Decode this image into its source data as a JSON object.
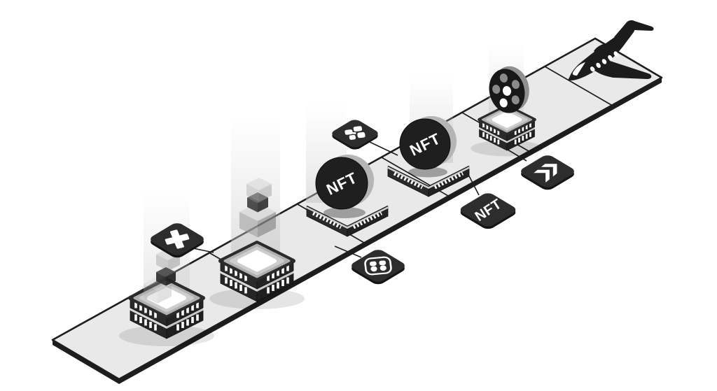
{
  "illustration": {
    "description_scope": "isometric-nft-launch-runway",
    "background": "#ffffff",
    "colors": {
      "outline": "#1d1d1b",
      "runway_fill": "#e9e9e9",
      "runway_edge": "#1d1d1b",
      "badge_bg": "#2d2d2d",
      "icon_fg": "#ffffff",
      "server_dark": "#262626",
      "server_top_gray": "#9e9e9e",
      "coin_face": "#1f1f1f",
      "coin_rim": "#b5b5b5",
      "plane_silhouette": "#1c1c1c"
    },
    "labels": {
      "coin_front": "NFT",
      "coin_back": "NFT",
      "nft_badge": "NFT"
    },
    "icons": [
      {
        "name": "plus-icon",
        "glyph": "+"
      },
      {
        "name": "blockchain-cluster-icon",
        "glyph": "⬡"
      },
      {
        "name": "grid-icon",
        "glyph": "⊞"
      },
      {
        "name": "fast-forward-icon",
        "glyph": "≫"
      },
      {
        "name": "film-reel-icon",
        "glyph": "◉"
      },
      {
        "name": "cube-stack-icon",
        "glyph": "▣"
      },
      {
        "name": "crystal-cube-icon",
        "glyph": "◇"
      },
      {
        "name": "airplane-icon",
        "glyph": "✈"
      }
    ],
    "objects": [
      {
        "name": "runway",
        "tiles": 6
      },
      {
        "name": "server-stack-left"
      },
      {
        "name": "server-stack-middle"
      },
      {
        "name": "nft-coin-front"
      },
      {
        "name": "nft-coin-back"
      },
      {
        "name": "server-stack-reel"
      },
      {
        "name": "jet-airplane"
      }
    ]
  }
}
